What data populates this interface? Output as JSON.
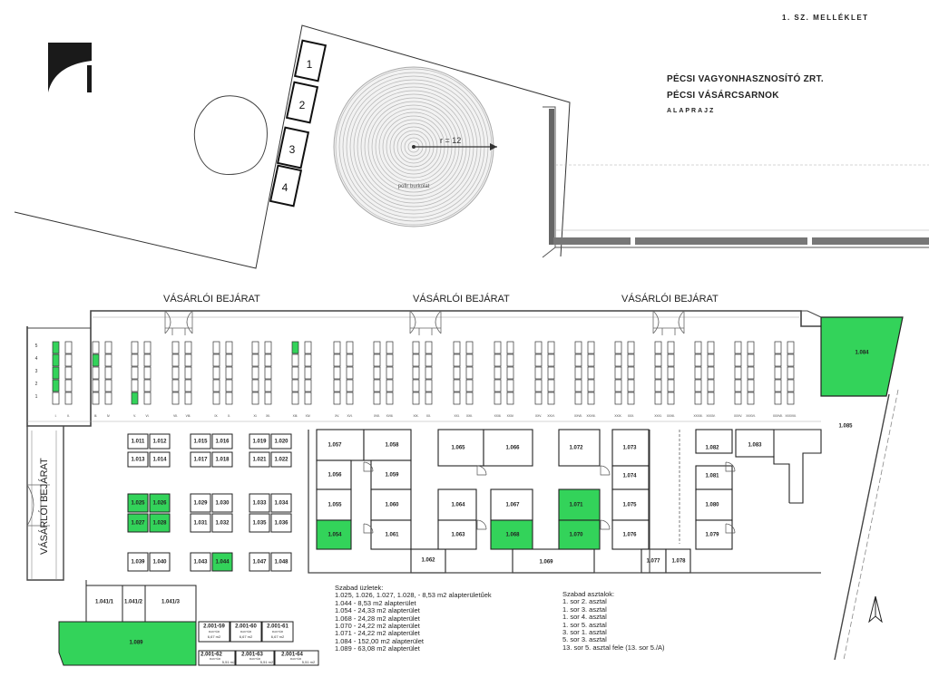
{
  "header": {
    "annex": "1. SZ. MELLÉKLET",
    "company": "PÉCSI VAGYONHASZNOSÍTÓ ZRT.",
    "hall": "PÉCSI VÁSÁRCSARNOK",
    "subtitle": "ALAPRAJZ"
  },
  "top_plan": {
    "parking": [
      "1",
      "2",
      "3",
      "4"
    ],
    "radius": "r = 12",
    "pavement": "pofir burkolat"
  },
  "entrances": {
    "north": "VÁSÁRLÓI BEJÁRAT",
    "west": "VÁSÁRLÓI BEJÁRAT"
  },
  "row_numbers": [
    "1",
    "2",
    "3",
    "4",
    "5"
  ],
  "row_labels": [
    "I.",
    "II.",
    "III.",
    "IV.",
    "V.",
    "VI.",
    "VII.",
    "VIII.",
    "IX.",
    "X.",
    "XI.",
    "XII.",
    "XIII.",
    "XIV.",
    "XV.",
    "XVI.",
    "XVII.",
    "XVIII.",
    "XIX.",
    "XX.",
    "XXI.",
    "XXII.",
    "XXIII.",
    "XXIV.",
    "XXV.",
    "XXVI.",
    "XXVII.",
    "XXVIII.",
    "XXIX.",
    "XXX.",
    "XXXI.",
    "XXXII.",
    "XXXIII.",
    "XXXIV.",
    "XXXV.",
    "XXXVI.",
    "XXXVII.",
    "XXXVIII."
  ],
  "units": {
    "u1011": "1.011",
    "u1012": "1.012",
    "u1013": "1.013",
    "u1014": "1.014",
    "u1015": "1.015",
    "u1016": "1.016",
    "u1017": "1.017",
    "u1018": "1.018",
    "u1019": "1.019",
    "u1020": "1.020",
    "u1021": "1.021",
    "u1022": "1.022",
    "u1025": "1.025",
    "u1026": "1.026",
    "u1027": "1.027",
    "u1028": "1.028",
    "u1029": "1.029",
    "u1030": "1.030",
    "u1031": "1.031",
    "u1032": "1.032",
    "u1033": "1.033",
    "u1034": "1.034",
    "u1035": "1.035",
    "u1036": "1.036",
    "u1039": "1.039",
    "u1040": "1.040",
    "u1043": "1.043",
    "u1044": "1.044",
    "u1047": "1.047",
    "u1048": "1.048",
    "u1054": "1.054",
    "u1055": "1.055",
    "u1056": "1.056",
    "u1057": "1.057",
    "u1058": "1.058",
    "u1059": "1.059",
    "u1060": "1.060",
    "u1061": "1.061",
    "u1062": "1.062",
    "u1063": "1.063",
    "u1064": "1.064",
    "u1065": "1.065",
    "u1066": "1.066",
    "u1067": "1.067",
    "u1068": "1.068",
    "u1069": "1.069",
    "u1070": "1.070",
    "u1071": "1.071",
    "u1072": "1.072",
    "u1073": "1.073",
    "u1074": "1.074",
    "u1075": "1.075",
    "u1076": "1.076",
    "u1077": "1.077",
    "u1078": "1.078",
    "u1079": "1.079",
    "u1080": "1.080",
    "u1081": "1.081",
    "u1082": "1.082",
    "u1083": "1.083",
    "u1084": "1.084",
    "u1085": "1.085",
    "u1089": "1.089",
    "u1041_1": "1.041/1",
    "u1041_2": "1.041/2",
    "u1041_3": "1.041/3",
    "u2001_59": "2.001-59",
    "u2001_60": "2.001-60",
    "u2001_61": "2.001-61",
    "u2001_62": "2.001-62",
    "u2001_63": "2.001-63",
    "u2001_64": "2.001-64",
    "raktar": "RAKTÁR",
    "a667": "6,67 m2",
    "a551": "5,51 m2"
  },
  "free_shops": {
    "title": "Szabad üzletek:",
    "lines": [
      "1.025,  1.026,  1.027,  1.028,   -   8,53 m2 alapterületűek",
      "1.044   -        8,53 m2 alapterület",
      "1.054   -      24,33 m2 alapterület",
      "1.068   -      24,28 m2 alapterület",
      "1.070   -      24,22 m2 alapterület",
      "1.071   -      24,22 m2 alapterület",
      "1.084   -    152,00 m2 alapterület",
      "1.089   -      63,08 m2 alapterület"
    ]
  },
  "free_tables": {
    "title": "Szabad asztalok:",
    "lines": [
      "1. sor 2. asztal",
      "1. sor 3. asztal",
      "1. sor 4. asztal",
      "1. sor 5. asztal",
      "3. sor 1. asztal",
      "5. sor 3. asztal",
      "13. sor 5. asztal fele (13. sor 5./A)"
    ]
  },
  "colors": {
    "free": "#33d35a",
    "line": "#222222",
    "wall": "#555555"
  }
}
